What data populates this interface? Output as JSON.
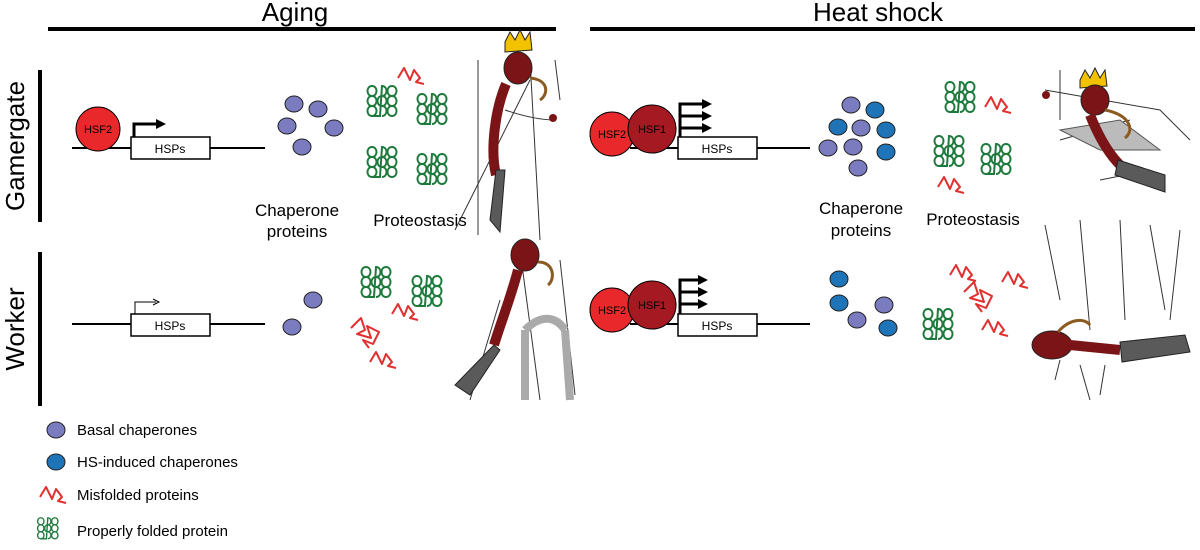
{
  "columns": {
    "aging": "Aging",
    "heat_shock": "Heat shock"
  },
  "rows": {
    "gamergate": "Gamergate",
    "worker": "Worker"
  },
  "gene": {
    "hsps": "HSPs",
    "hsf2": "HSF2",
    "hsf1": "HSF1"
  },
  "labels": {
    "chaperone_line1": "Chaperone",
    "chaperone_line2": "proteins",
    "proteostasis": "Proteostasis"
  },
  "legend": {
    "basal": "Basal chaperones",
    "hs_induced": "HS-induced chaperones",
    "misfolded": "Misfolded proteins",
    "folded": "Properly folded protein"
  },
  "colors": {
    "basal_chaperone": "#7b7bbf",
    "hs_chaperone": "#1f74b8",
    "hsf2": "#e8282a",
    "hsf1": "#a51a22",
    "folded_protein": "#1e7a3c",
    "misfolded_protein": "#e03030",
    "ant_body": "#7a1416",
    "ant_abdomen": "#5a5a5a",
    "crown": "#f2c200"
  }
}
